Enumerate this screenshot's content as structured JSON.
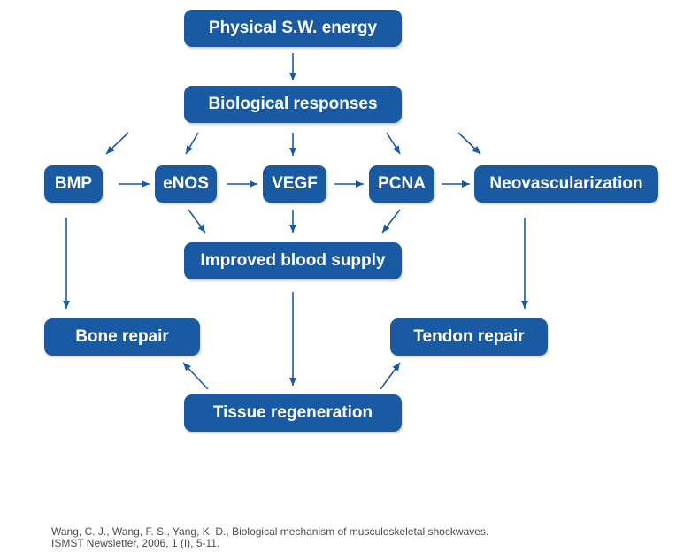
{
  "colors": {
    "node_fill": "#1a5aa3",
    "node_text": "#ffffff",
    "arrow": "#1a5aa3",
    "citation_text": "#4a4a4a"
  },
  "nodes": {
    "physical": "Physical S.W. energy",
    "biological": "Biological responses",
    "bmp": "BMP",
    "enos": "eNOS",
    "vegf": "VEGF",
    "pcna": "PCNA",
    "neovascularization": "Neovascularization",
    "blood_supply": "Improved blood supply",
    "bone_repair": "Bone repair",
    "tendon_repair": "Tendon repair",
    "tissue_regeneration": "Tissue regeneration"
  },
  "edges": [
    {
      "from": "physical",
      "to": "biological"
    },
    {
      "from": "biological",
      "to": "bmp"
    },
    {
      "from": "biological",
      "to": "enos"
    },
    {
      "from": "biological",
      "to": "vegf"
    },
    {
      "from": "biological",
      "to": "pcna"
    },
    {
      "from": "biological",
      "to": "neovascularization"
    },
    {
      "from": "bmp",
      "to": "enos"
    },
    {
      "from": "enos",
      "to": "vegf"
    },
    {
      "from": "vegf",
      "to": "pcna"
    },
    {
      "from": "pcna",
      "to": "neovascularization"
    },
    {
      "from": "enos",
      "to": "blood_supply"
    },
    {
      "from": "vegf",
      "to": "blood_supply"
    },
    {
      "from": "pcna",
      "to": "blood_supply"
    },
    {
      "from": "bmp",
      "to": "bone_repair"
    },
    {
      "from": "neovascularization",
      "to": "tendon_repair"
    },
    {
      "from": "blood_supply",
      "to": "tissue_regeneration"
    },
    {
      "from": "tissue_regeneration",
      "to": "bone_repair"
    },
    {
      "from": "tissue_regeneration",
      "to": "tendon_repair"
    }
  ],
  "citation": {
    "line1": "Wang, C. J., Wang, F. S., Yang, K. D., Biological mechanism of musculoskeletal shockwaves.",
    "line2": "ISMST Newsletter, 2006, 1 (I), 5-11."
  }
}
